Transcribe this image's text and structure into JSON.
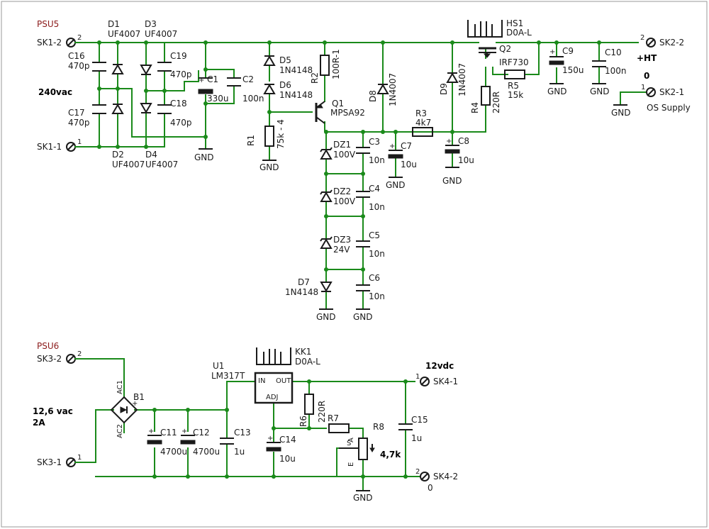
{
  "sections": {
    "psu5": "PSU5",
    "psu6": "PSU6"
  },
  "annotations": {
    "ac_in_1": "240vac",
    "hv_out": "+HT",
    "hv_zero": "0",
    "os_supply": "OS Supply",
    "ac_in_2_a": "12,6 vac",
    "ac_in_2_b": "2A",
    "dc_out": "12vdc",
    "dc_zero": "0",
    "pot_value": "4,7k"
  },
  "connectors": {
    "sk1_2": "SK1-2",
    "sk1_1": "SK1-1",
    "sk2_2": "SK2-2",
    "sk2_1": "SK2-1",
    "sk3_2": "SK3-2",
    "sk3_1": "SK3-1",
    "sk4_1": "SK4-1",
    "sk4_2": "SK4-2",
    "pin1": "1",
    "pin2": "2"
  },
  "components": {
    "d1": {
      "ref": "D1",
      "value": "UF4007"
    },
    "d2": {
      "ref": "D2",
      "value": "UF4007"
    },
    "d3": {
      "ref": "D3",
      "value": "UF4007"
    },
    "d4": {
      "ref": "D4",
      "value": "UF4007"
    },
    "c16": {
      "ref": "C16",
      "value": "470p"
    },
    "c17": {
      "ref": "C17",
      "value": "470p"
    },
    "c18": {
      "ref": "C18",
      "value": "470p"
    },
    "c19": {
      "ref": "C19",
      "value": "470p"
    },
    "c1": {
      "ref": "C1",
      "value": "330u"
    },
    "c2": {
      "ref": "C2",
      "value": "100n"
    },
    "d5": {
      "ref": "D5",
      "value": "1N4148"
    },
    "d6": {
      "ref": "D6",
      "value": "1N4148"
    },
    "r1": {
      "ref": "R1",
      "value": "75k - 4"
    },
    "r2": {
      "ref": "R2",
      "value": "100R-1"
    },
    "q1": {
      "ref": "Q1",
      "value": "MPSA92"
    },
    "d8": {
      "ref": "D8",
      "value": "1N4007"
    },
    "d9": {
      "ref": "D9",
      "value": "1N4007"
    },
    "dz1": {
      "ref": "DZ1",
      "value": "100V"
    },
    "dz2": {
      "ref": "DZ2",
      "value": "100V"
    },
    "dz3": {
      "ref": "DZ3",
      "value": "24V"
    },
    "d7": {
      "ref": "D7",
      "value": "1N4148"
    },
    "c3": {
      "ref": "C3",
      "value": "10n"
    },
    "c4": {
      "ref": "C4",
      "value": "10n"
    },
    "c5": {
      "ref": "C5",
      "value": "10n"
    },
    "c6": {
      "ref": "C6",
      "value": "10n"
    },
    "c7": {
      "ref": "C7",
      "value": "10u"
    },
    "c8": {
      "ref": "C8",
      "value": "10u"
    },
    "r3": {
      "ref": "R3",
      "value": "4k7"
    },
    "r4": {
      "ref": "R4",
      "value": "220R"
    },
    "r5": {
      "ref": "R5",
      "value": "15k"
    },
    "q2": {
      "ref": "Q2",
      "value": "IRF730"
    },
    "hs1": {
      "ref": "HS1",
      "value": "D0A-L"
    },
    "c9": {
      "ref": "C9",
      "value": "150u"
    },
    "c10": {
      "ref": "C10",
      "value": "100n"
    },
    "b1": {
      "ref": "B1",
      "ac1": "AC1",
      "ac2": "AC2"
    },
    "c11": {
      "ref": "C11",
      "value": "4700u"
    },
    "c12": {
      "ref": "C12",
      "value": "4700u"
    },
    "c13": {
      "ref": "C13",
      "value": "1u"
    },
    "u1": {
      "ref": "U1",
      "value": "LM317T",
      "pin_in": "IN",
      "pin_out": "OUT",
      "pin_adj": "ADJ"
    },
    "kk1": {
      "ref": "KK1",
      "value": "D0A-L"
    },
    "c14": {
      "ref": "C14",
      "value": "10u"
    },
    "r6": {
      "ref": "R6",
      "value": "220R"
    },
    "r7": {
      "ref": "R7"
    },
    "r8": {
      "ref": "R8",
      "pin_s": "S",
      "pin_a": "A",
      "pin_e": "E"
    },
    "c15": {
      "ref": "C15",
      "value": "1u"
    }
  },
  "gnd_label": "GND",
  "colors": {
    "wire": "#1a8a1a",
    "part": "#1a1a1a",
    "ref_label": "#8b1a1a"
  }
}
